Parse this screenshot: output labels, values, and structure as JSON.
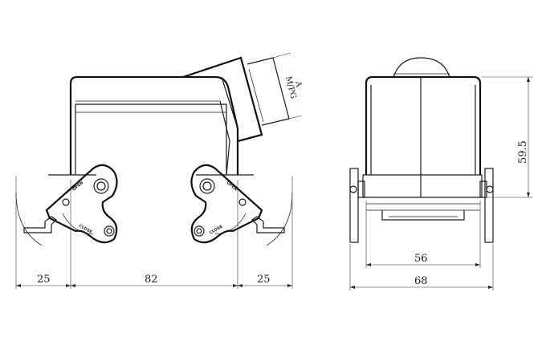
{
  "dimensions": {
    "left_offset": "25",
    "body_width": "82",
    "right_offset": "25",
    "front_inner_width": "56",
    "front_total_width": "68",
    "height": "59.5"
  },
  "labels": {
    "entry": "M/PG",
    "section": "A",
    "open": "OPEN",
    "close": "CLOSE"
  }
}
